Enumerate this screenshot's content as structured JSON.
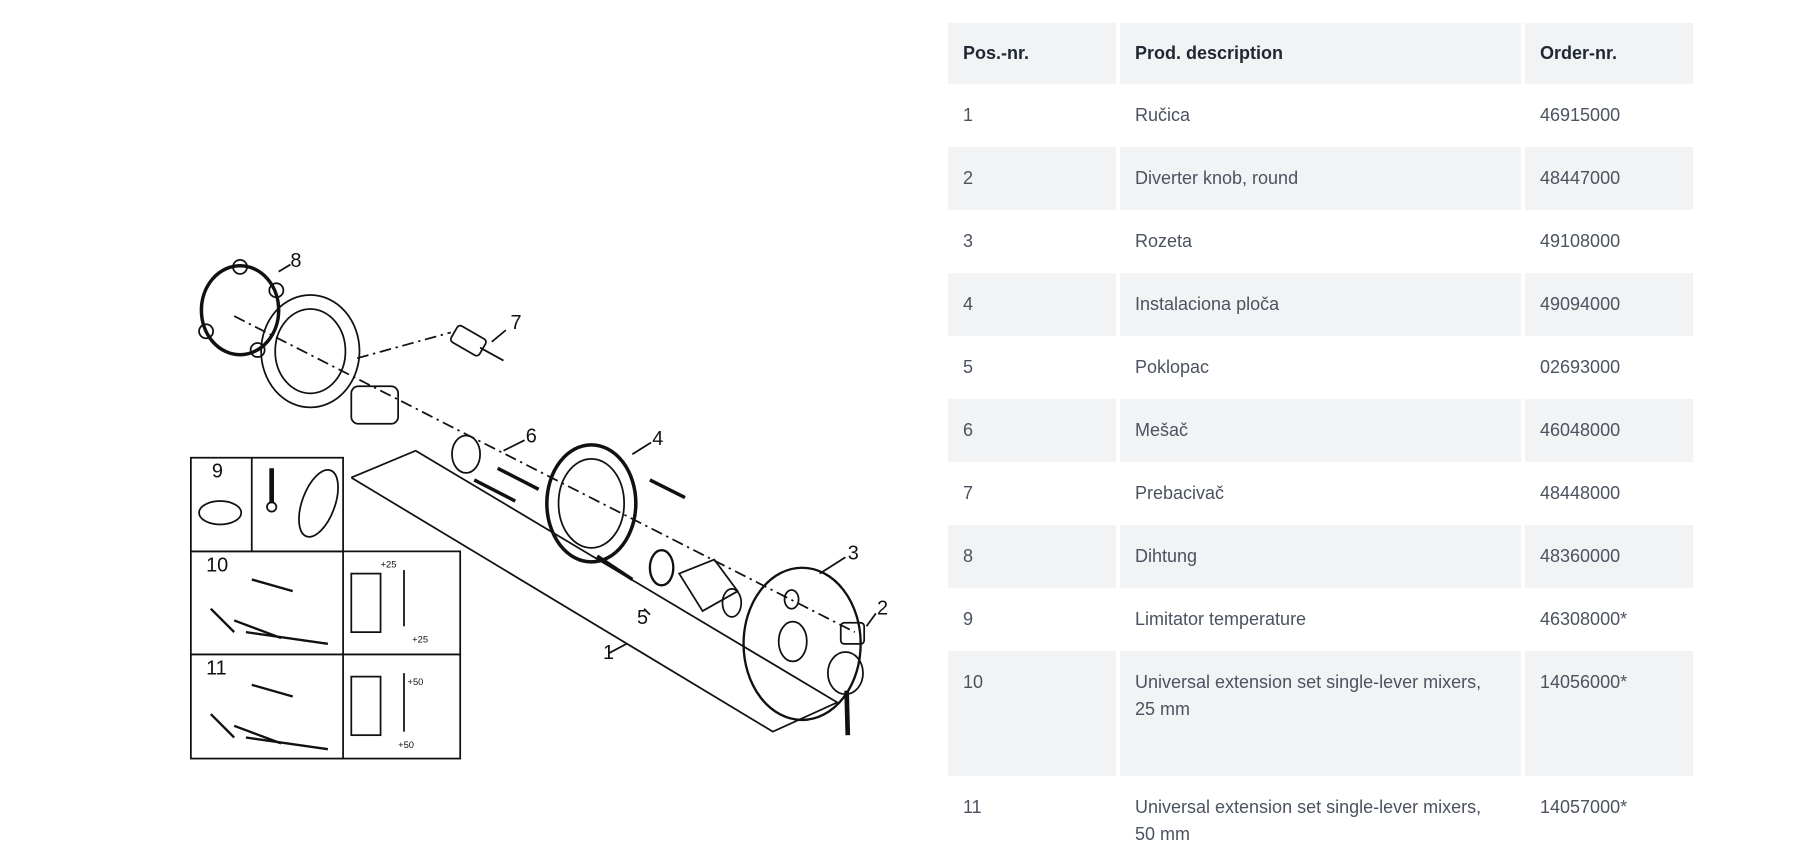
{
  "diagram": {
    "callouts": [
      "1",
      "2",
      "3",
      "4",
      "5",
      "6",
      "7",
      "8",
      "9",
      "10",
      "11"
    ],
    "dims": [
      "+25",
      "+25",
      "+50",
      "+50"
    ]
  },
  "table": {
    "headers": {
      "pos": "Pos.-nr.",
      "desc": "Prod. description",
      "order": "Order-nr."
    },
    "rows": [
      {
        "pos": "1",
        "desc": "Ručica",
        "order": "46915000"
      },
      {
        "pos": "2",
        "desc": "Diverter knob, round",
        "order": "48447000"
      },
      {
        "pos": "3",
        "desc": "Rozeta",
        "order": "49108000"
      },
      {
        "pos": "4",
        "desc": "Instalaciona ploča",
        "order": "49094000"
      },
      {
        "pos": "5",
        "desc": "Poklopac",
        "order": "02693000"
      },
      {
        "pos": "6",
        "desc": "Mešač",
        "order": "46048000"
      },
      {
        "pos": "7",
        "desc": "Prebacivač",
        "order": "48448000"
      },
      {
        "pos": "8",
        "desc": "Dihtung",
        "order": "48360000"
      },
      {
        "pos": "9",
        "desc": "Limitator temperature",
        "order": "46308000*"
      },
      {
        "pos": "10",
        "desc": "Universal extension set single-lever mixers, 25 mm",
        "order": "14056000*"
      },
      {
        "pos": "11",
        "desc": "Universal extension set single-lever mixers, 50 mm",
        "order": "14057000*"
      }
    ]
  }
}
